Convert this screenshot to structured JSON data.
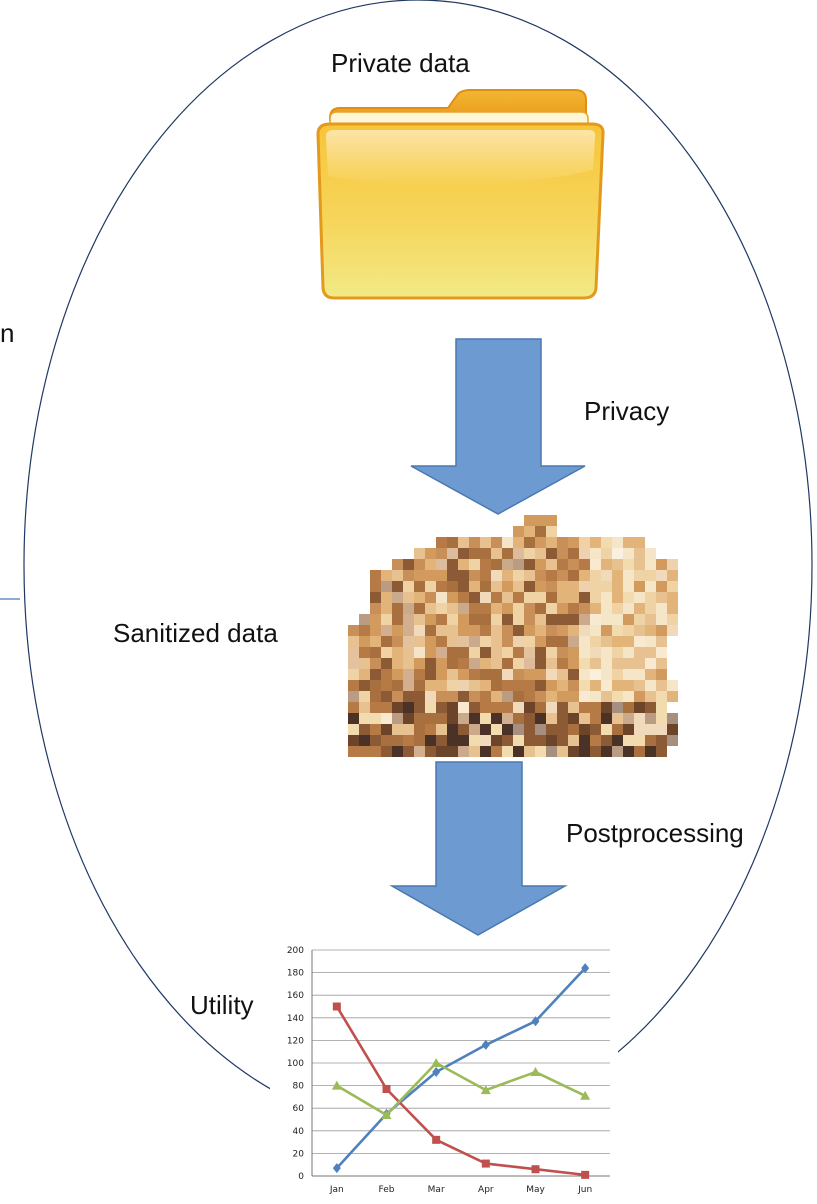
{
  "labels": {
    "private_data": "Private data",
    "privacy": "Privacy",
    "sanitized_data": "Sanitized data",
    "postprocessing": "Postprocessing",
    "utility": "Utility",
    "cut_off_text": "n"
  },
  "icons": {
    "folder": "folder-icon",
    "pixelated_image": "pixelated-bread-image",
    "arrow": "down-arrow-icon"
  },
  "colors": {
    "ellipse_stroke": "#1f3864",
    "arrow_fill": "#6d9bd1",
    "arrow_stroke": "#4a78b0",
    "folder_top": "#f7c43a",
    "folder_bottom": "#f3e37a"
  },
  "chart_data": {
    "type": "line",
    "categories": [
      "Jan",
      "Feb",
      "Mar",
      "Apr",
      "May",
      "Jun"
    ],
    "ylim": [
      0,
      200
    ],
    "yticks": [
      0,
      20,
      40,
      60,
      80,
      100,
      120,
      140,
      160,
      180,
      200
    ],
    "grid": true,
    "series": [
      {
        "values": [
          7,
          55,
          92,
          116,
          137,
          184
        ],
        "color": "#4f81bd",
        "marker": "diamond"
      },
      {
        "values": [
          150,
          77,
          32,
          11,
          6,
          1
        ],
        "color": "#c0504d",
        "marker": "square"
      },
      {
        "values": [
          80,
          54,
          100,
          76,
          92,
          71
        ],
        "color": "#9bbb59",
        "marker": "triangle"
      }
    ]
  }
}
